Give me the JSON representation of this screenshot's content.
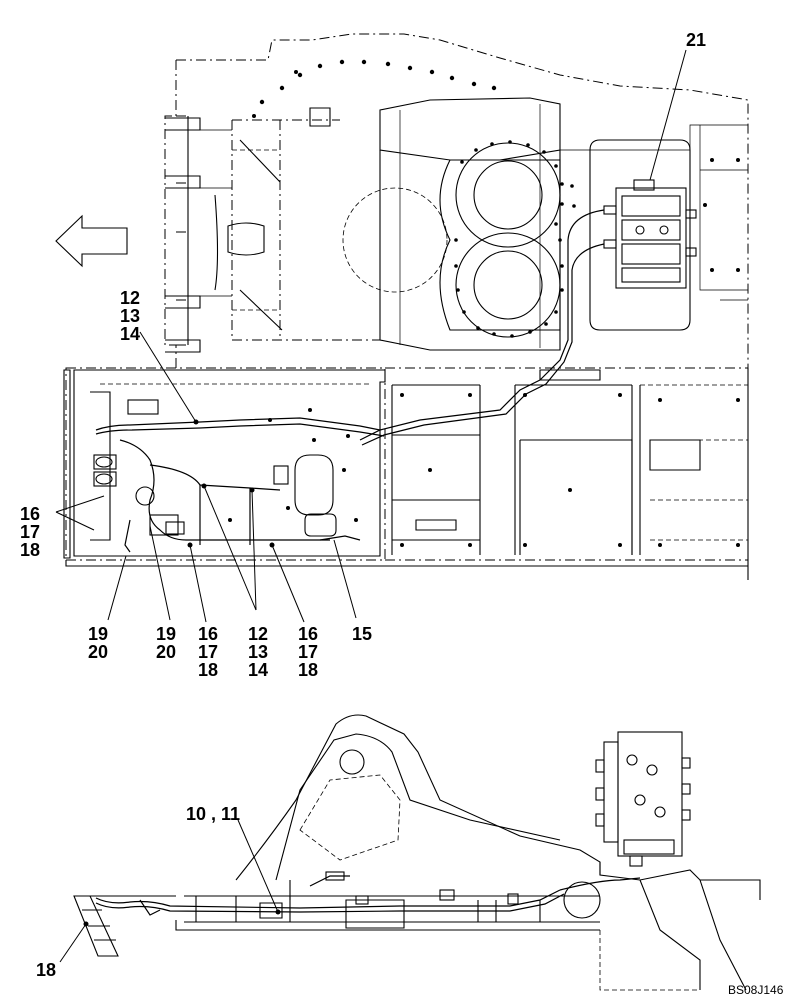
{
  "figure_code": "BS08J146",
  "top_view": {
    "callouts": [
      {
        "id": "c21",
        "text": "21"
      },
      {
        "id": "c12a",
        "text": "12"
      },
      {
        "id": "c13a",
        "text": "13"
      },
      {
        "id": "c14a",
        "text": "14"
      },
      {
        "id": "c16a",
        "text": "16"
      },
      {
        "id": "c17a",
        "text": "17"
      },
      {
        "id": "c18a",
        "text": "18"
      },
      {
        "id": "c19a",
        "text": "19"
      },
      {
        "id": "c20a",
        "text": "20"
      },
      {
        "id": "c19b",
        "text": "19"
      },
      {
        "id": "c20b",
        "text": "20"
      },
      {
        "id": "c16b",
        "text": "16"
      },
      {
        "id": "c17b",
        "text": "17"
      },
      {
        "id": "c18b",
        "text": "18"
      },
      {
        "id": "c12b",
        "text": "12"
      },
      {
        "id": "c13b",
        "text": "13"
      },
      {
        "id": "c14b",
        "text": "14"
      },
      {
        "id": "c16c",
        "text": "16"
      },
      {
        "id": "c17c",
        "text": "17"
      },
      {
        "id": "c18c",
        "text": "18"
      },
      {
        "id": "c15",
        "text": "15"
      }
    ]
  },
  "side_view": {
    "callouts": [
      {
        "id": "c1011",
        "text": "10 , 11"
      },
      {
        "id": "c18d",
        "text": "18"
      }
    ]
  }
}
